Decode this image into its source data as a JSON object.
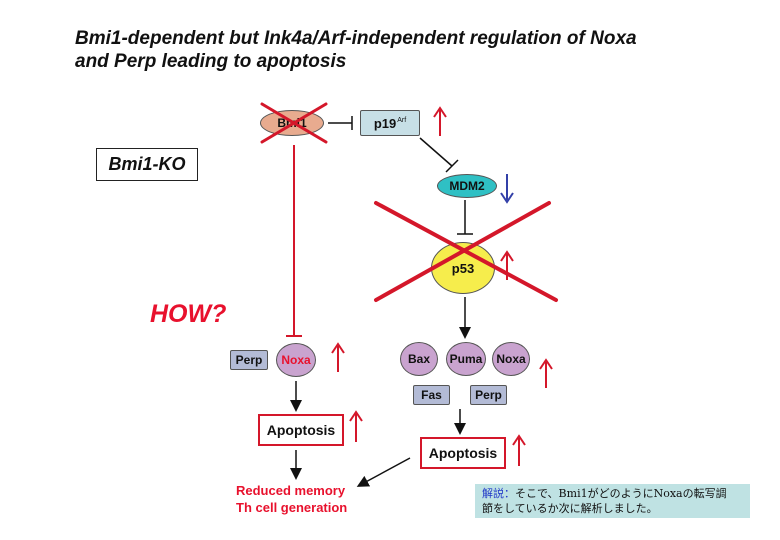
{
  "title": {
    "line1": "Bmi1-dependent but Ink4a/Arf-independent regulation of Noxa",
    "line2": "and Perp leading to apoptosis"
  },
  "condition_label": "Bmi1-KO",
  "question_label": "HOW?",
  "nodes": {
    "bmi1": "Bmi1",
    "p19": "p19",
    "p19_superscript": "Arf",
    "mdm2": "MDM2",
    "p53": "p53",
    "perp_left": "Perp",
    "noxa_left": "Noxa",
    "bax": "Bax",
    "puma": "Puma",
    "noxa_right": "Noxa",
    "fas": "Fas",
    "perp_right": "Perp",
    "apoptosis_left": "Apoptosis",
    "apoptosis_right": "Apoptosis"
  },
  "outcome": {
    "line1": "Reduced memory",
    "line2": "Th cell generation"
  },
  "note": {
    "key": "解説：",
    "line1": "そこで、Bmi1がどのようにNoxaの転写調",
    "line2": "節をしているか次に解析しました。"
  },
  "colors": {
    "up_arrow": "#d4172a",
    "down_arrow": "#3340a8",
    "cross": "#d4172a",
    "bmi1_fill": "#e8ab8f",
    "p19_fill": "#c7dfe6",
    "mdm2_fill": "#2fc0c4",
    "p53_fill": "#f6ed4c",
    "effector_fill": "#c9a3cf",
    "membrane_fill": "#b3bbd6",
    "note_fill": "#bfe2e3"
  },
  "arrows": {
    "p19": "up",
    "mdm2": "down",
    "p53": "up",
    "noxa_left": "up",
    "effectors_right": "up",
    "apoptosis_left": "up",
    "apoptosis_right": "up"
  }
}
